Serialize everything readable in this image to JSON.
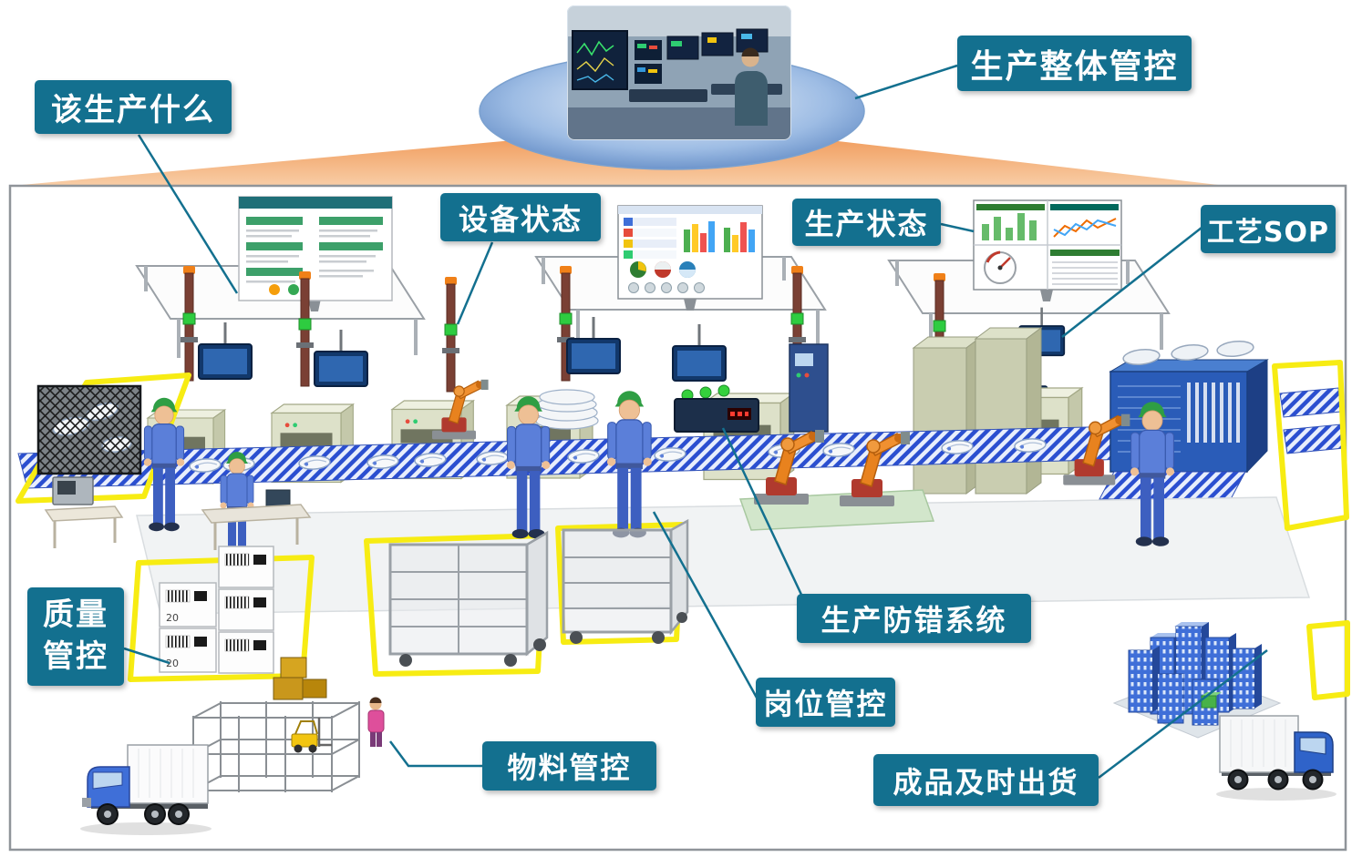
{
  "labels": {
    "overall": "生产整体管控",
    "what_to_produce": "该生产什么",
    "equipment_status": "设备状态",
    "production_status": "生产状态",
    "process_sop": "工艺SOP",
    "quality_line1": "质量",
    "quality_line2": "管控",
    "error_proofing": "生产防错系统",
    "station_control": "岗位管控",
    "material_control": "物料管控",
    "finished_goods_shipping": "成品及时出货"
  },
  "annotations": {
    "quality_box_numbers": [
      "20",
      "20"
    ]
  },
  "colors": {
    "label_background": "#13708f",
    "label_text": "#ffffff",
    "connector_line": "#13708f",
    "funnel_beam": "#f2a56d",
    "floor_marking_yellow": "#f7ec13",
    "conveyor_stripe_blue": "#2b4fd0",
    "worker_uniform_blue": "#5b7fd9",
    "robot_orange": "#e8821e"
  }
}
